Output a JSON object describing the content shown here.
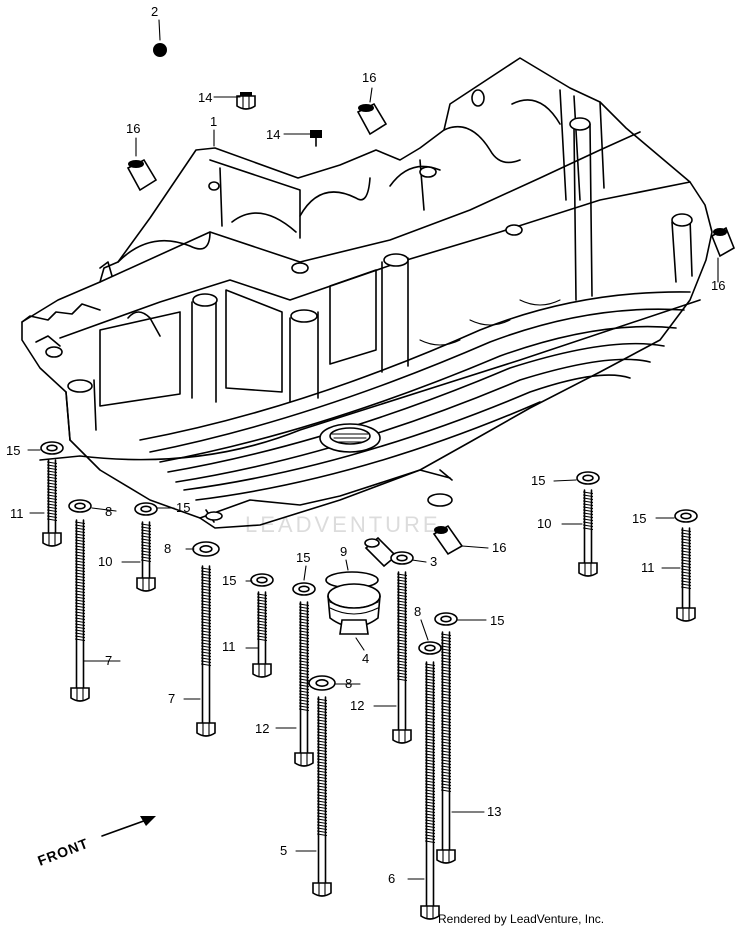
{
  "diagram": {
    "front_label": "FRONT",
    "watermark": "LEADVENTURE",
    "credit": "Rendered by LeadVenture, Inc.",
    "callouts": [
      {
        "id": "c2",
        "text": "2"
      },
      {
        "id": "c14a",
        "text": "14"
      },
      {
        "id": "c14b",
        "text": "14"
      },
      {
        "id": "c16a",
        "text": "16"
      },
      {
        "id": "c16b",
        "text": "16"
      },
      {
        "id": "c1",
        "text": "1"
      },
      {
        "id": "c16c",
        "text": "16"
      },
      {
        "id": "c15a",
        "text": "15"
      },
      {
        "id": "c11a",
        "text": "11"
      },
      {
        "id": "c8a",
        "text": "8"
      },
      {
        "id": "c15b",
        "text": "15"
      },
      {
        "id": "c10a",
        "text": "10"
      },
      {
        "id": "c8b",
        "text": "8"
      },
      {
        "id": "c15c",
        "text": "15"
      },
      {
        "id": "c9",
        "text": "9"
      },
      {
        "id": "c3",
        "text": "3"
      },
      {
        "id": "c16d",
        "text": "16"
      },
      {
        "id": "c15d",
        "text": "15"
      },
      {
        "id": "c10b",
        "text": "10"
      },
      {
        "id": "c15e",
        "text": "15"
      },
      {
        "id": "c11b",
        "text": "11"
      },
      {
        "id": "c15f",
        "text": "15"
      },
      {
        "id": "c7a",
        "text": "7"
      },
      {
        "id": "c11c",
        "text": "11"
      },
      {
        "id": "c8c",
        "text": "8"
      },
      {
        "id": "c15g",
        "text": "15"
      },
      {
        "id": "c4",
        "text": "4"
      },
      {
        "id": "c7b",
        "text": "7"
      },
      {
        "id": "c8d",
        "text": "8"
      },
      {
        "id": "c12a",
        "text": "12"
      },
      {
        "id": "c12b",
        "text": "12"
      },
      {
        "id": "c13",
        "text": "13"
      },
      {
        "id": "c5",
        "text": "5"
      },
      {
        "id": "c6",
        "text": "6"
      }
    ]
  }
}
